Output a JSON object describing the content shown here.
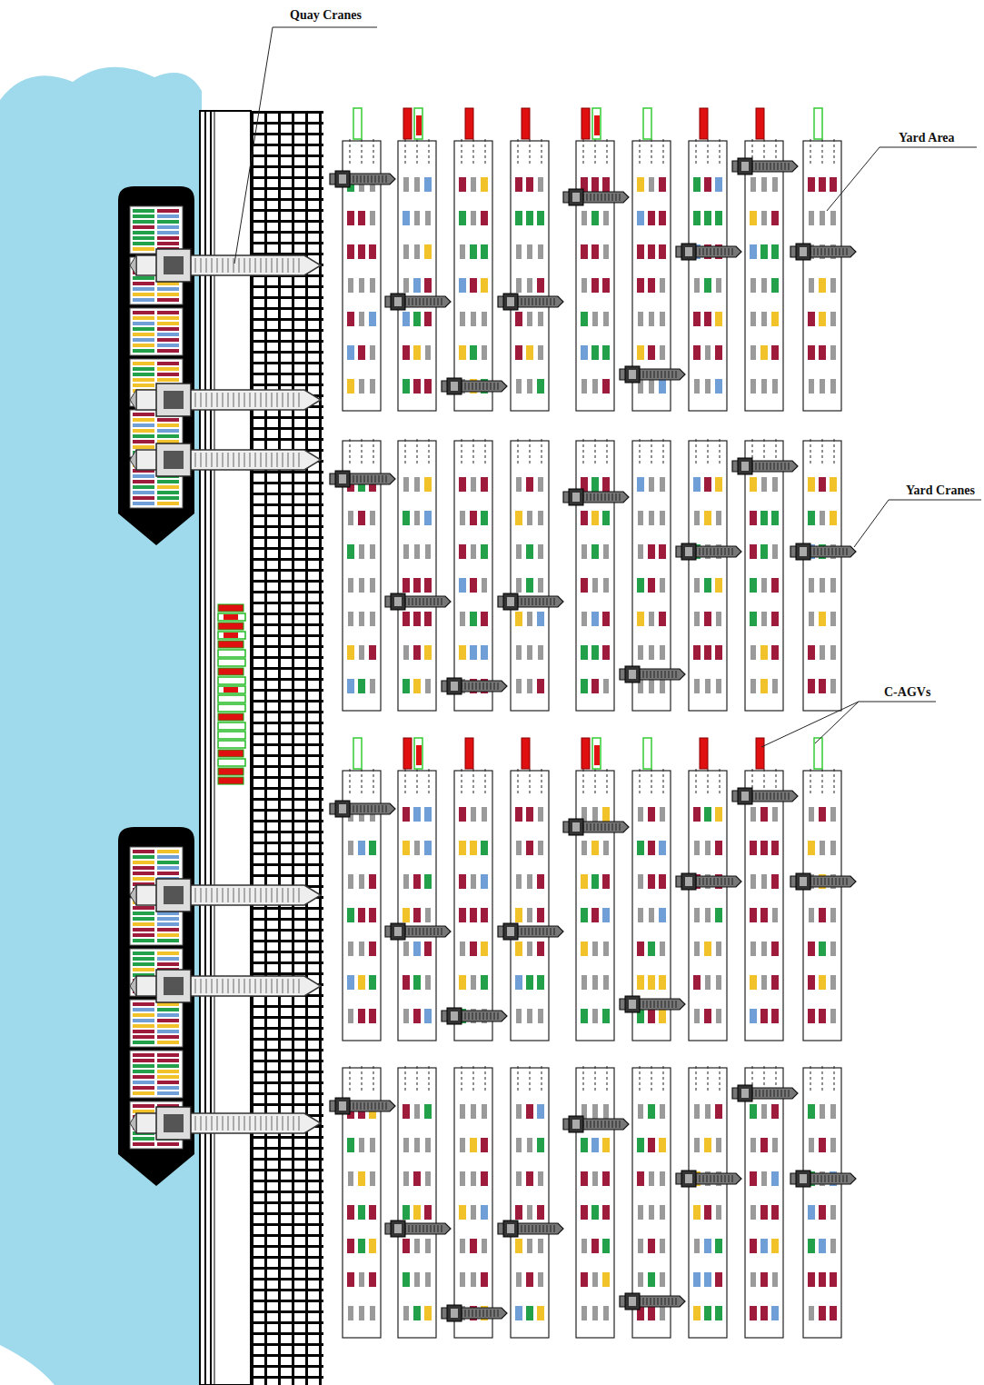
{
  "diagram": {
    "labels": [
      "Quay Cranes",
      "Yard Area",
      "Yard Cranes",
      "C-AGVs"
    ]
  }
}
